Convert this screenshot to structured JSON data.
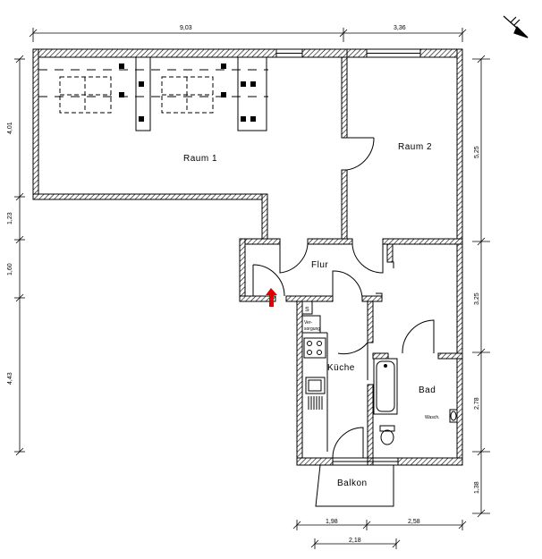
{
  "rooms": {
    "raum1": "Raum 1",
    "raum2": "Raum 2",
    "flur": "Flur",
    "kueche": "Küche",
    "bad": "Bad",
    "balkon": "Balkon"
  },
  "fixtures": {
    "s_label": "S",
    "versorgung_1": "Ver-",
    "versorgung_2": "sorgung",
    "wasch": "Wasch."
  },
  "dimensions": {
    "top_left": "9,03",
    "top_right": "3,36",
    "left_1": "4,01",
    "left_2": "1,23",
    "left_3": "1,60",
    "left_4": "4,43",
    "right_1": "5,25",
    "right_2": "3,25",
    "right_3": "2,78",
    "right_4": "1,38",
    "bottom_1": "1,98",
    "bottom_2": "2,58",
    "bottom_3": "2,18"
  },
  "colors": {
    "wall": "#000000",
    "entrance_arrow": "#e00000",
    "line": "#000000"
  }
}
